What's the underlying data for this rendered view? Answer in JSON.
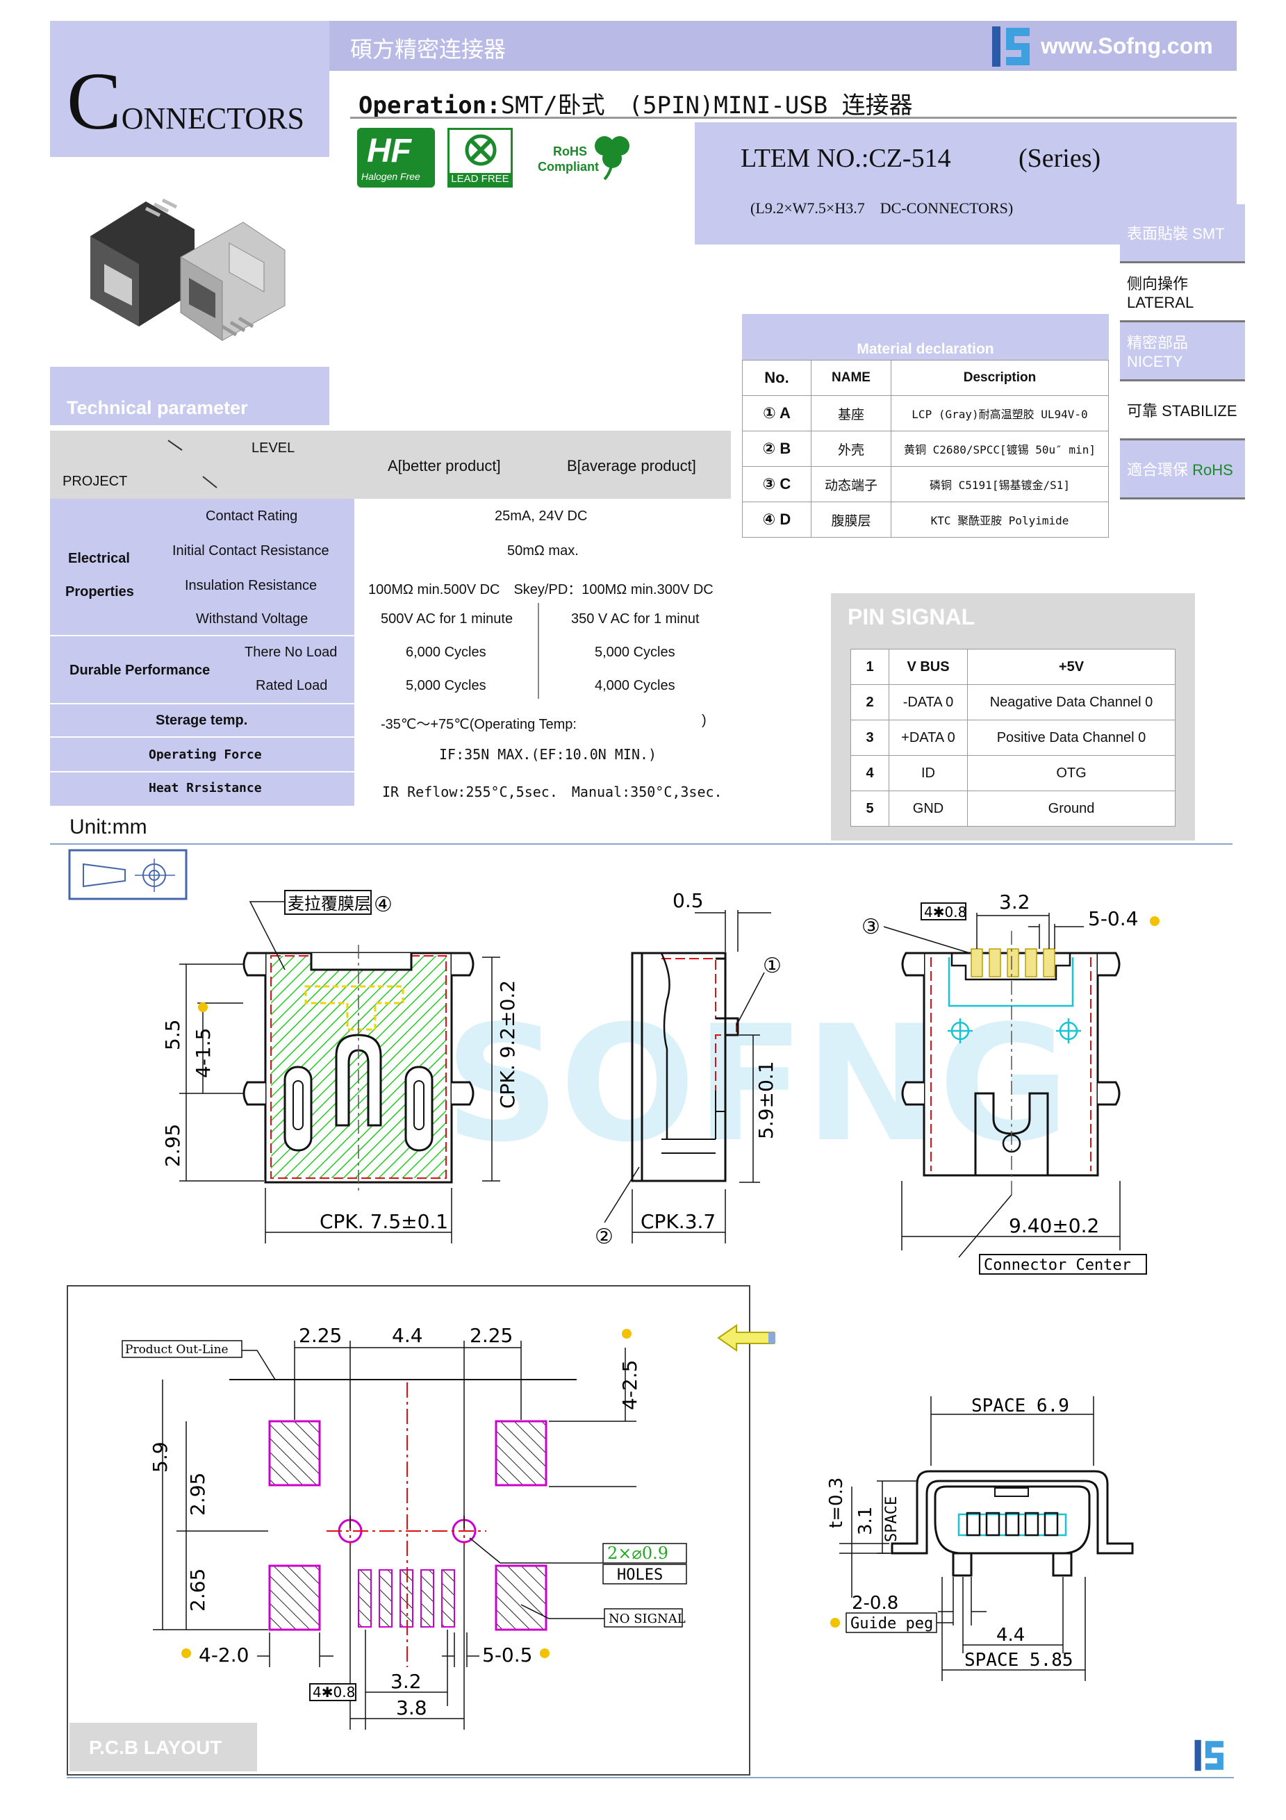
{
  "header": {
    "logo_big_c": "C",
    "logo_rest": "ONNECTORS",
    "company_cn": "碩方精密连接器",
    "website": "www.Sofng.com",
    "operation_label": "Operation:",
    "operation_value": "SMT/卧式　(5PIN)MINI-USB 连接器",
    "item_no": "LTEM NO.:CZ-514",
    "series": "(Series)",
    "dimensions": "(L9.2×W7.5×H3.7　DC-CONNECTORS)",
    "badge_hf_text": "Halogen Free",
    "badge_lead_text": "LEAD FREE",
    "badge_rohs_line1": "RoHS",
    "badge_rohs_line2": "Compliant"
  },
  "features": [
    {
      "label": "表面貼裝  SMT"
    },
    {
      "label": "侧向操作 LATERAL"
    },
    {
      "label": "精密部品 NICETY"
    },
    {
      "label": "可靠 STABILIZE"
    },
    {
      "label_cn": "適合環保 ",
      "label_en": "RoHS"
    }
  ],
  "material": {
    "title": "Material declaration",
    "headers": [
      "No.",
      "NAME",
      "Description"
    ],
    "rows": [
      {
        "no": "① A",
        "name": "基座",
        "desc": "LCP (Gray)耐高温塑胶 UL94V-0"
      },
      {
        "no": "② B",
        "name": "外壳",
        "desc": "黄铜 C2680/SPCC[镀锡 50u″ min]"
      },
      {
        "no": "③ C",
        "name": "动态端子",
        "desc": "磷铜 C5191[锡基镀金/S1]"
      },
      {
        "no": "④ D",
        "name": "腹膜层",
        "desc": "KTC 聚酰亚胺 Polyimide"
      }
    ]
  },
  "tech": {
    "title": "Technical parameter",
    "level": "LEVEL",
    "project": "PROJECT",
    "col_a": "A[better product]",
    "col_b": "B[average product]",
    "electrical_1": "Electrical",
    "electrical_2": "Properties",
    "contact_rating": "Contact Rating",
    "contact_rating_val": "25mA, 24V DC",
    "initial_res": "Initial Contact Resistance",
    "initial_res_val": "50mΩ max.",
    "insulation": "Insulation Resistance",
    "insulation_val": "100MΩ min.500V DC　Skey/PD：100MΩ min.300V DC",
    "withstand": "Withstand Voltage",
    "withstand_a": "500V AC for 1 minute",
    "withstand_b": "350 V AC for 1 minut",
    "durable": "Durable Performance",
    "no_load": "There No Load",
    "no_load_a": "6,000 Cycles",
    "no_load_b": "5,000 Cycles",
    "rated": "Rated Load",
    "rated_a": "5,000 Cycles",
    "rated_b": "4,000 Cycles",
    "storage": "Sterage temp.",
    "storage_val": "-35℃～+75℃(Operating Temp:",
    "storage_close": ")",
    "op_force": "Operating Force",
    "op_force_val": "IF:35N MAX.(EF:10.0N MIN.)",
    "heat": "Heat Rrsistance",
    "heat_val": "IR Reflow:255°C,5sec.　Manual:350°C,3sec."
  },
  "pin_signal": {
    "title": "PIN SIGNAL",
    "rows": [
      {
        "n": "1",
        "name": "V BUS",
        "desc": "+5V"
      },
      {
        "n": "2",
        "name": "-DATA 0",
        "desc": "Neagative Data Channel 0"
      },
      {
        "n": "3",
        "name": "+DATA 0",
        "desc": "Positive Data Channel 0"
      },
      {
        "n": "4",
        "name": "ID",
        "desc": "OTG"
      },
      {
        "n": "5",
        "name": "GND",
        "desc": "Ground"
      }
    ]
  },
  "unit": "Unit:mm",
  "drawing": {
    "watermark": "SOFNG",
    "label_mylar": "麦拉覆膜层",
    "c4": "④",
    "c1": "①",
    "c2": "②",
    "c3": "③",
    "d_55": "5.5",
    "d_4_15": "4-1.5",
    "d_295": "2.95",
    "d_cpk92": "CPK. 9.2±0.2",
    "d_cpk75": "CPK. 7.5±0.1",
    "d_05": "0.5",
    "d_59": "5.9±0.1",
    "d_cpk37": "CPK.3.7",
    "d_4x08": "4✱0.8",
    "d_32": "3.2",
    "d_5_04": "5-0.4",
    "d_940": "9.40±0.2",
    "connector_center": "Connector Center"
  },
  "pcb": {
    "title": "P.C.B LAYOUT",
    "outline": "Product Out-Line",
    "d_225a": "2.25",
    "d_44": "4.4",
    "d_225b": "2.25",
    "d_4_25": "4-2.5",
    "d_59": "5.9",
    "d_295": "2.95",
    "d_265": "2.65",
    "holes_a": "2×⌀0.9",
    "holes_b": "HOLES",
    "no_signal": "NO SIGNAL",
    "d_4_20": "4-2.0",
    "d_5_05": "5-0.5",
    "d_32": "3.2",
    "d_4x08": "4✱0.8",
    "d_38": "3.8"
  },
  "front": {
    "space69": "SPACE 6.9",
    "t03": "t=0.3",
    "d31": "3.1",
    "space": "SPACE",
    "d2_08": "2-0.8",
    "guide": "Guide peg",
    "d44": "4.4",
    "space585": "SPACE 5.85"
  },
  "colors": {
    "lavender": "#c7c9ee",
    "green_hatch": "#22cc22",
    "magenta": "#cc00cc",
    "red": "#dd1111",
    "cyan": "#16c4d4",
    "yellow_dot": "#f2c200"
  }
}
